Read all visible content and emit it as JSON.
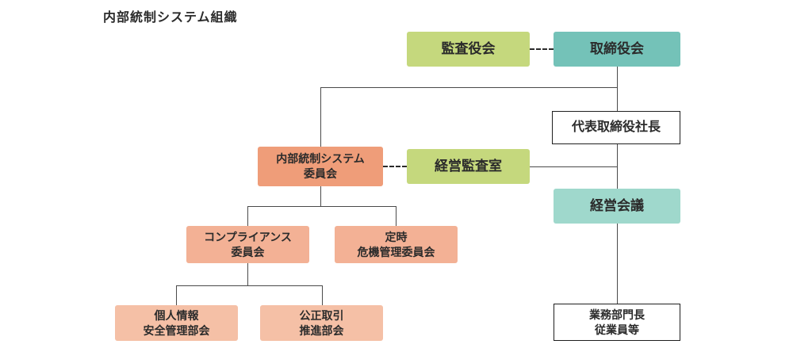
{
  "title": "内部統制システム組織",
  "colors": {
    "green": "#c5d87d",
    "teal": "#74c2b8",
    "teal_light": "#9fd8cc",
    "salmon": "#ef9d79",
    "salmon_light": "#f3b195",
    "salmon_lighter": "#f5c0a6",
    "line": "#4a4a4a",
    "text": "#2b2b2b",
    "border": "#1f1f1f"
  },
  "nodes": {
    "audit_board": {
      "label": "監査役会"
    },
    "board_of_directors": {
      "label": "取締役会"
    },
    "president": {
      "label": "代表取締役社長"
    },
    "internal_control_committee": {
      "label": "内部統制システム\n委員会"
    },
    "management_audit_office": {
      "label": "経営監査室"
    },
    "management_meeting": {
      "label": "経営会議"
    },
    "compliance_committee": {
      "label": "コンプライアンス\n委員会"
    },
    "scheduled_crisis_management_committee": {
      "label": "定時\n危機管理委員会"
    },
    "personal_info_safety_subcommittee": {
      "label": "個人情報\n安全管理部会"
    },
    "fair_trade_promotion_subcommittee": {
      "label": "公正取引\n推進部会"
    },
    "business_dept_heads_employees": {
      "label": "業務部門長\n従業員等"
    }
  }
}
